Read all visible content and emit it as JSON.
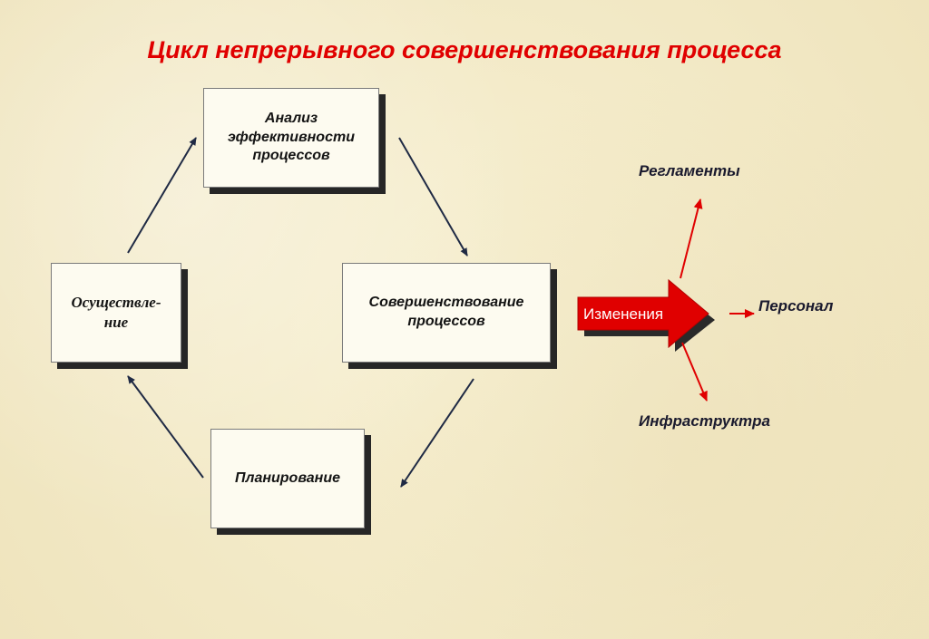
{
  "title": "Цикл непрерывного совершенствования процесса",
  "boxes": {
    "analysis": "Анализ\nэффективности\nпроцессов",
    "improvement": "Совершенствование\nпроцессов",
    "implementation": "Осуществле-\nние",
    "planning": "Планирование"
  },
  "changes": "Изменения",
  "outcomes": {
    "regulations": "Регламенты",
    "personnel": "Персонал",
    "infrastructure": "Инфраструктра"
  },
  "colors": {
    "title": "#e00000",
    "arrow_cycle": "#1f2a44",
    "arrow_changes": "#e00000",
    "box_shadow": "#262626"
  }
}
